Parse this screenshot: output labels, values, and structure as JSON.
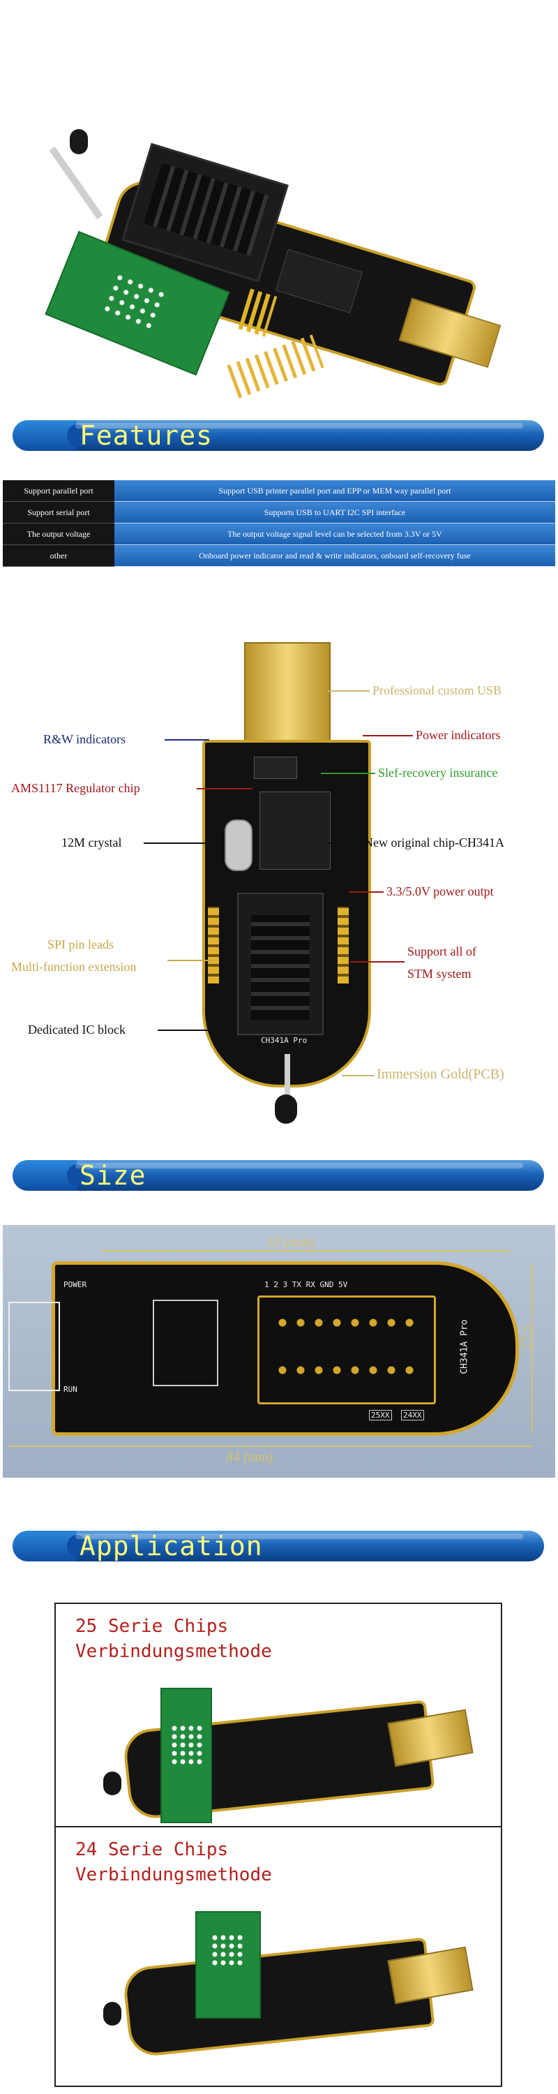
{
  "sections": {
    "features_title": "Features",
    "size_title": "Size",
    "application_title": "Application"
  },
  "features": [
    {
      "label": "Support parallel port",
      "value": "Support USB printer parallel port and EPP or MEM way parallel port"
    },
    {
      "label": "Support serial port",
      "value": "Supports USB to UART I2C SPI interface"
    },
    {
      "label": "The output voltage",
      "value": "The output voltage signal level can be selected from 3.3V or 5V"
    },
    {
      "label": "other",
      "value": "Onboard power indicator and read & write indicators, onboard self-recovery fuse"
    }
  ],
  "callouts": {
    "usb": "Professional custom USB",
    "rw": "R&W indicators",
    "power": "Power indicators",
    "regulator": "AMS1117 Regulator chip",
    "fuse": "Slef-recovery insurance",
    "crystal": "12M crystal",
    "chip": "New original chip-CH341A",
    "power_out": "3.3/5.0V power outpt",
    "spi_1": "SPI pin leads",
    "spi_2": "Multi-function extension",
    "stm_1": "Support all of",
    "stm_2": "STM system",
    "ic_block": "Dedicated IC block",
    "pcb": "Immersion Gold(PCB)"
  },
  "board_silk": {
    "ch341a": "CH341A Pro",
    "pins": "1 2 3 TX RX GND 5V",
    "power": "POWER",
    "run": "RUN",
    "s25": "25XX",
    "s24": "24XX"
  },
  "size": {
    "width_top": "63",
    "width_bottom": "84",
    "height": "27.5",
    "unit": "(mm)"
  },
  "application": [
    {
      "title": "25 Serie Chips\nVerbindungsmethode"
    },
    {
      "title": "24 Serie Chips\nVerbindungsmethode"
    }
  ],
  "colors": {
    "banner_text": "#ffff7a",
    "banner_blue": "#1a63b8",
    "callout_gold": "#c8b46a",
    "callout_red": "#a01818",
    "callout_green": "#2e9a2e",
    "callout_navy": "#1a2a7a",
    "app_title_red": "#b3201c"
  }
}
